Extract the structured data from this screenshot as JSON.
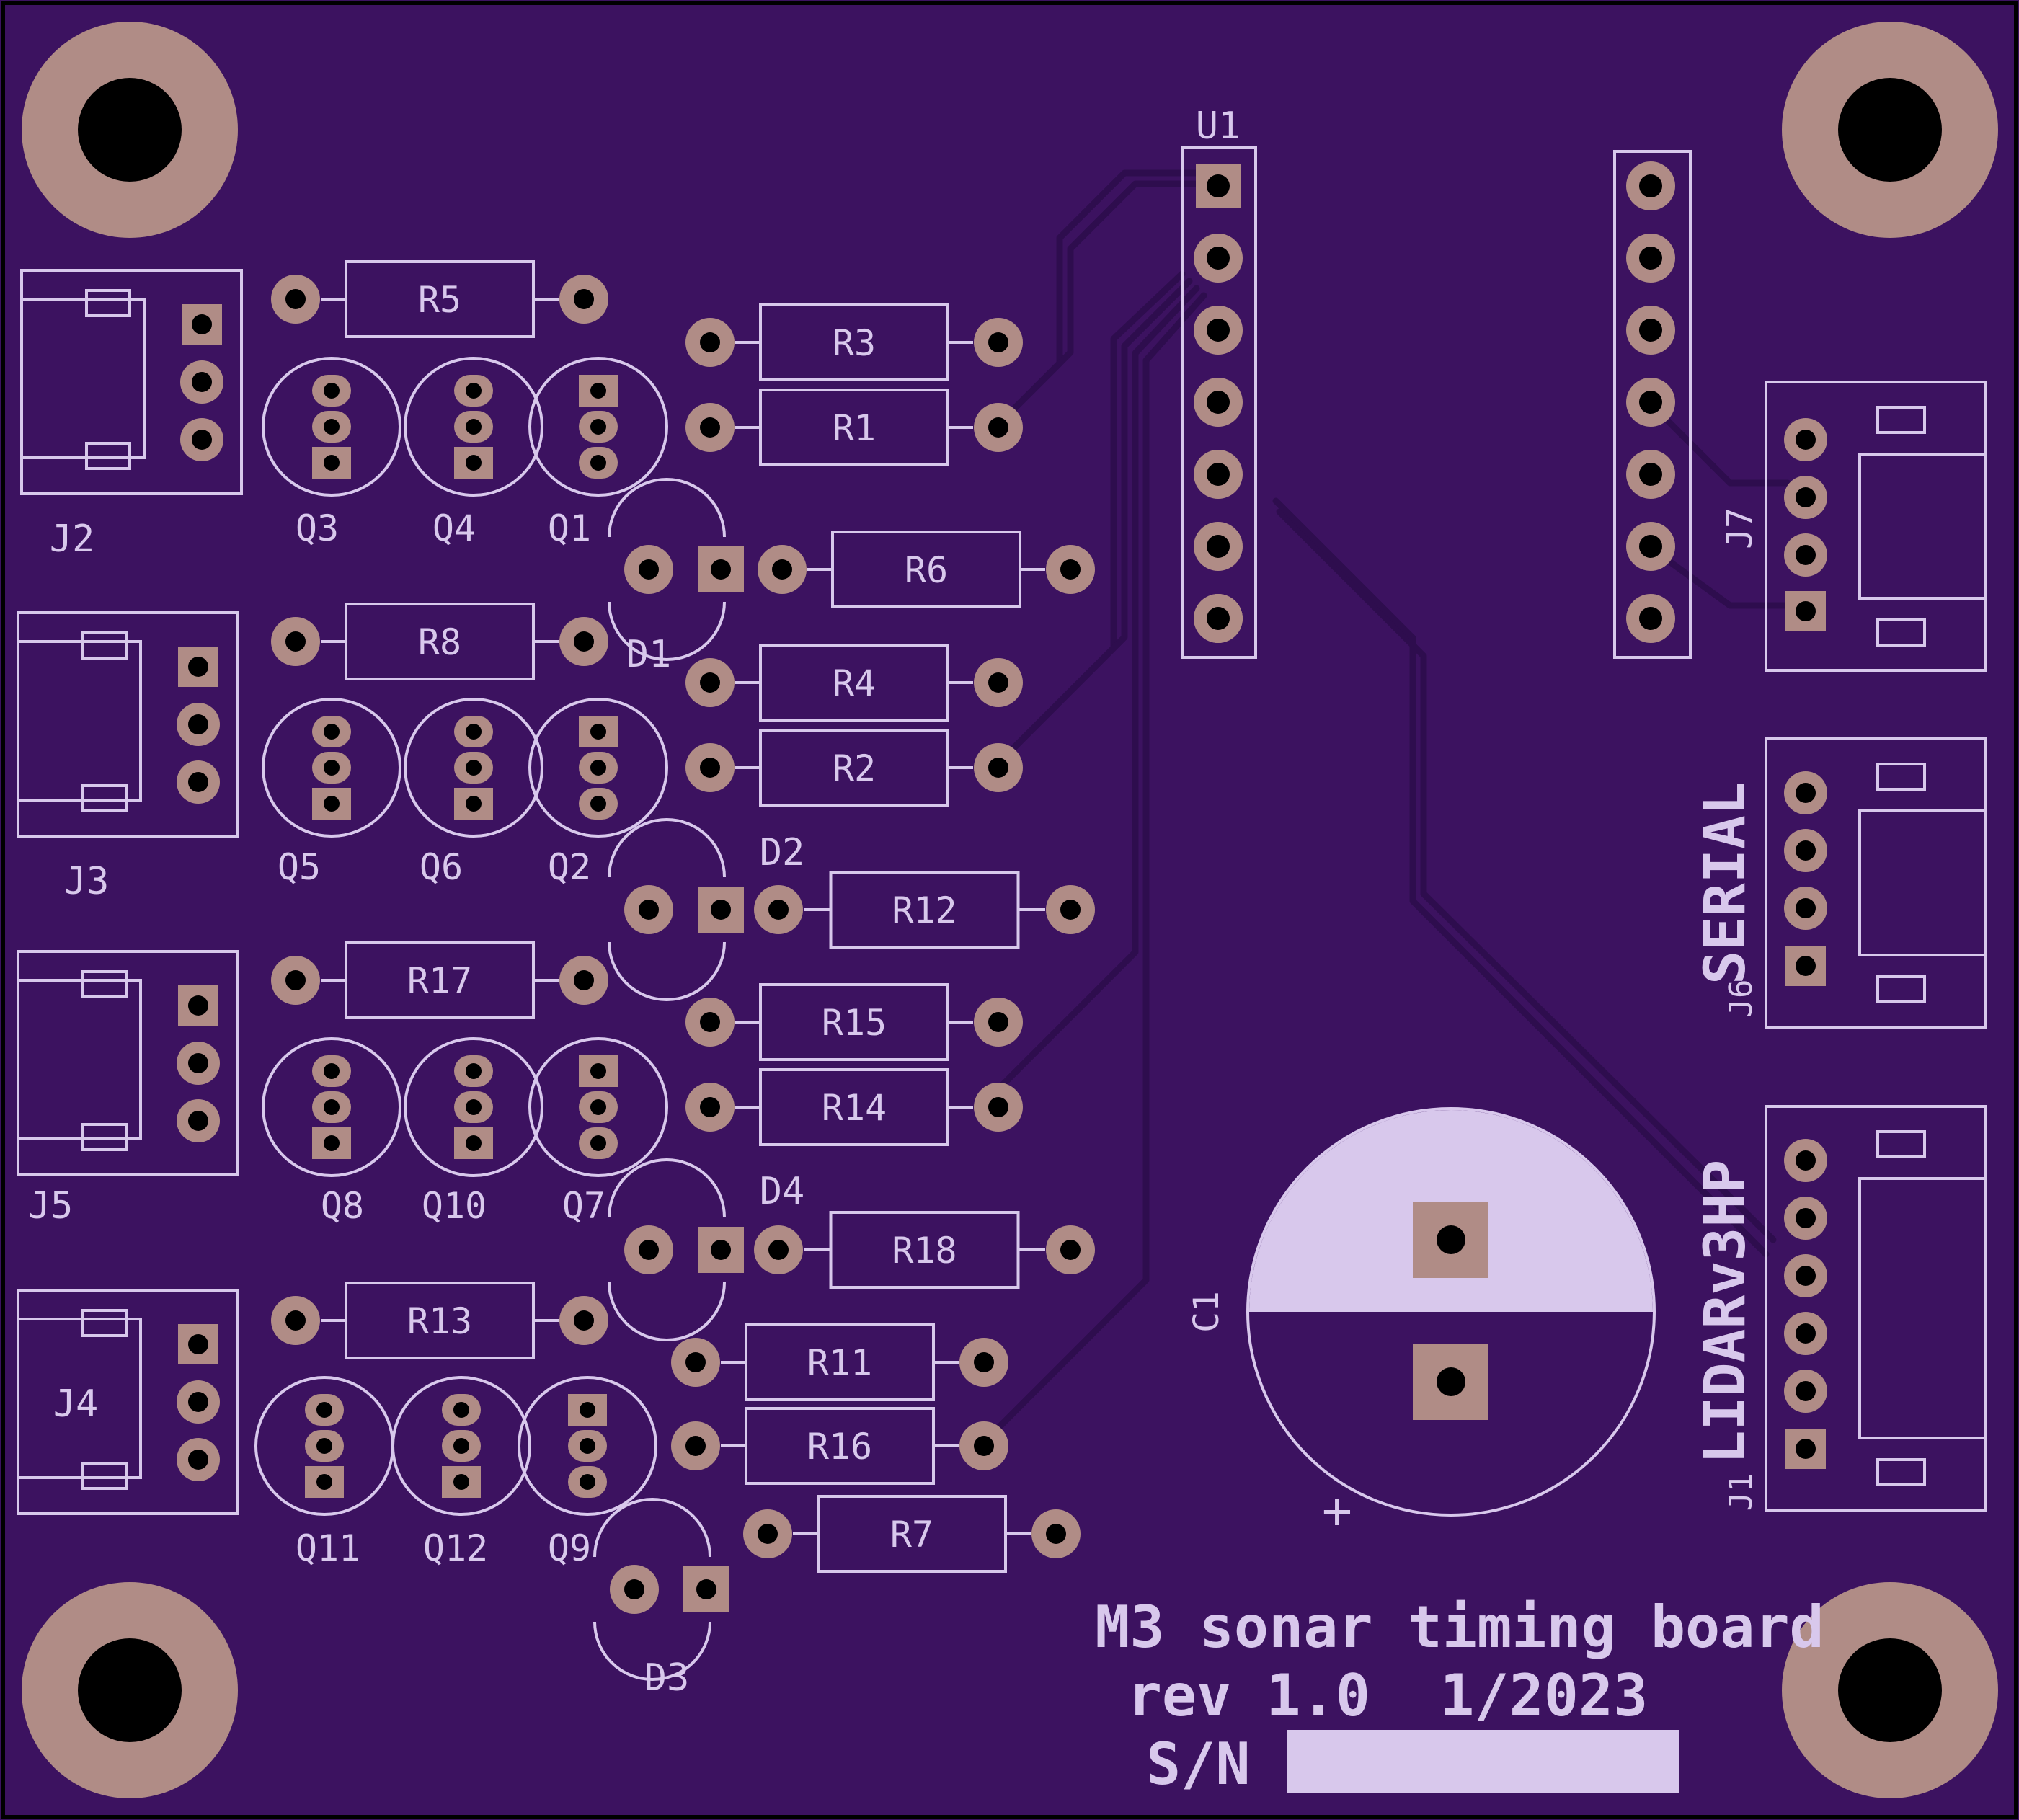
{
  "board": {
    "title_line1": "M3 sonar timing board",
    "title_line2": "rev 1.0  1/2023",
    "sn_label": "S/N",
    "colors": {
      "soldermask": "#3c1260",
      "silkscreen": "#d8c8ec",
      "copper_pad": "#b08c86",
      "drill": "#000000"
    }
  },
  "labels": {
    "U1": "U1",
    "C1": "C1",
    "plus": "+",
    "J1": "J1",
    "J2": "J2",
    "J3": "J3",
    "J4": "J4",
    "J5": "J5",
    "J6": "J6",
    "J7": "J7",
    "LIDAR": "LIDARv3HP",
    "SERIAL": "SERIAL",
    "D1": "D1",
    "D2": "D2",
    "D3": "D3",
    "D4": "D4",
    "Q1": "Q1",
    "Q2": "Q2",
    "Q3": "Q3",
    "Q4": "Q4",
    "Q5": "Q5",
    "Q6": "Q6",
    "Q7": "Q7",
    "Q8": "Q8",
    "Q9": "Q9",
    "Q10": "Q10",
    "Q11": "Q11",
    "Q12": "Q12",
    "R1": "R1",
    "R2": "R2",
    "R3": "R3",
    "R4": "R4",
    "R5": "R5",
    "R6": "R6",
    "R7": "R7",
    "R8": "R8",
    "R11": "R11",
    "R12": "R12",
    "R13": "R13",
    "R14": "R14",
    "R15": "R15",
    "R16": "R16",
    "R17": "R17",
    "R18": "R18"
  }
}
